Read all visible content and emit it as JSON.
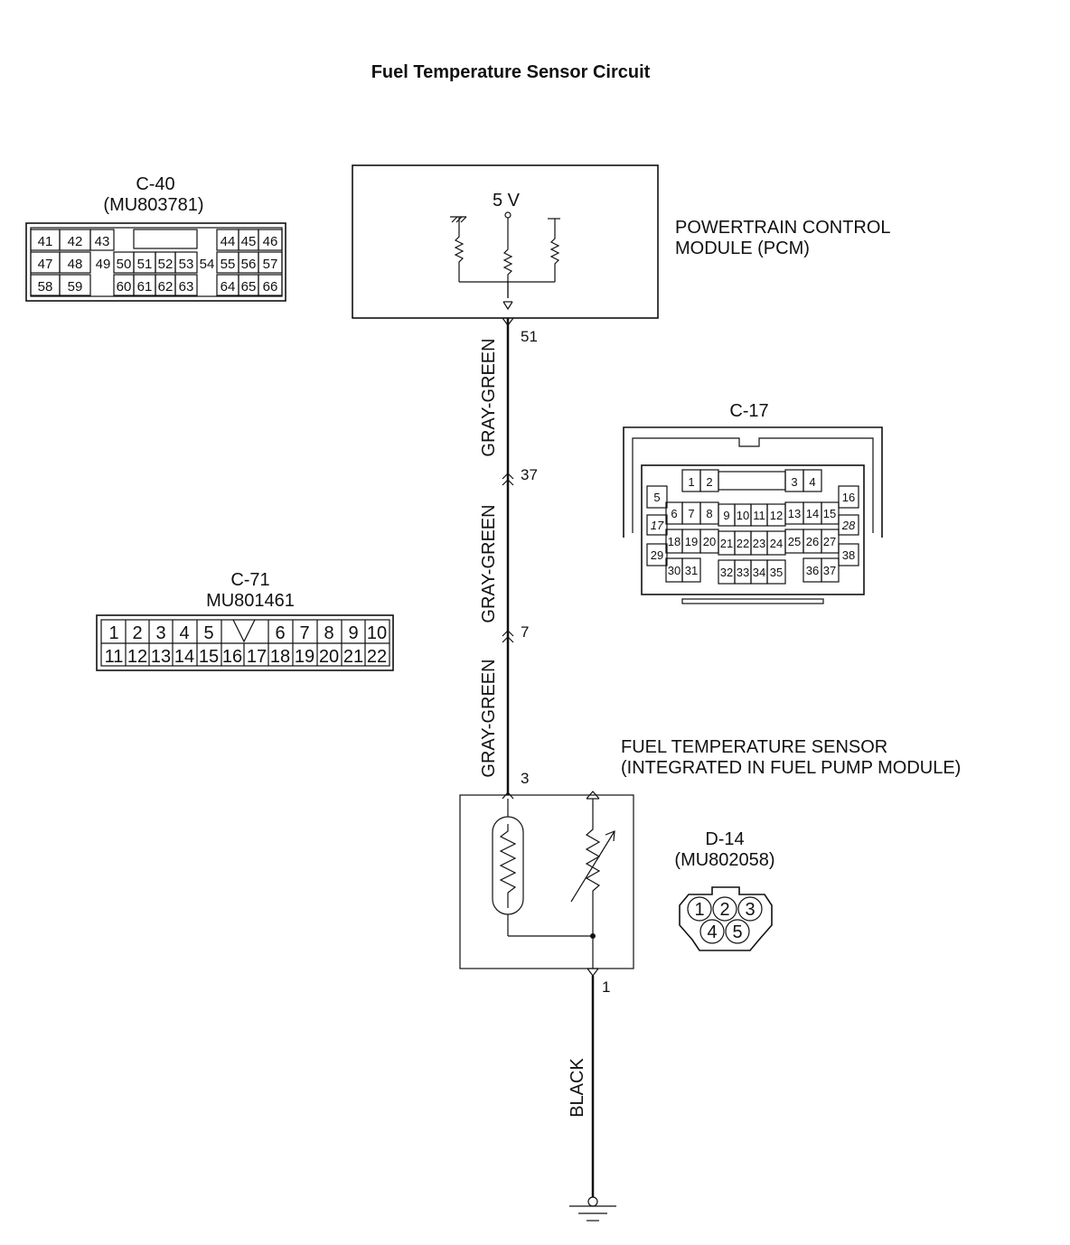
{
  "title": "Fuel Temperature Sensor Circuit",
  "pcm": {
    "voltage": "5 V",
    "label_line1": "POWERTRAIN CONTROL",
    "label_line2": "MODULE (PCM)",
    "terminal": "51"
  },
  "wires": [
    {
      "color": "GRAY-GREEN",
      "from_terminal": "51",
      "to_terminal": "37"
    },
    {
      "color": "GRAY-GREEN",
      "from_terminal": "37",
      "to_terminal": "7"
    },
    {
      "color": "GRAY-GREEN",
      "from_terminal": "7",
      "to_terminal": "3"
    },
    {
      "color": "BLACK",
      "from_terminal": "1",
      "to_terminal": "ground"
    }
  ],
  "sensor": {
    "label_line1": "FUEL TEMPERATURE SENSOR",
    "label_line2": "(INTEGRATED IN FUEL PUMP MODULE)",
    "terminal_top": "3",
    "terminal_bottom": "1"
  },
  "connectors": {
    "c40": {
      "name": "C-40",
      "part": "(MU803781)",
      "row1": [
        "41",
        "42",
        "43",
        "",
        "44",
        "45",
        "46"
      ],
      "row2": [
        "47",
        "48",
        "49",
        "50",
        "51",
        "52",
        "53",
        "54",
        "55",
        "56",
        "57"
      ],
      "row3": [
        "58",
        "59",
        "",
        "60",
        "61",
        "62",
        "63",
        "",
        "64",
        "65",
        "66"
      ]
    },
    "c17": {
      "name": "C-17",
      "pins": [
        "1",
        "2",
        "3",
        "4",
        "5",
        "6",
        "7",
        "8",
        "9",
        "10",
        "11",
        "12",
        "13",
        "14",
        "15",
        "16",
        "17",
        "18",
        "19",
        "20",
        "21",
        "22",
        "23",
        "24",
        "25",
        "26",
        "27",
        "28",
        "29",
        "30",
        "31",
        "32",
        "33",
        "34",
        "35",
        "36",
        "37",
        "38"
      ]
    },
    "c71": {
      "name": "C-71",
      "part": "MU801461",
      "row1": [
        "1",
        "2",
        "3",
        "4",
        "5",
        "",
        "6",
        "7",
        "8",
        "9",
        "10"
      ],
      "row2": [
        "11",
        "12",
        "13",
        "14",
        "15",
        "16",
        "17",
        "18",
        "19",
        "20",
        "21",
        "22"
      ]
    },
    "d14": {
      "name": "D-14",
      "part": "(MU802058)",
      "pins": [
        "1",
        "2",
        "3",
        "4",
        "5"
      ]
    }
  }
}
